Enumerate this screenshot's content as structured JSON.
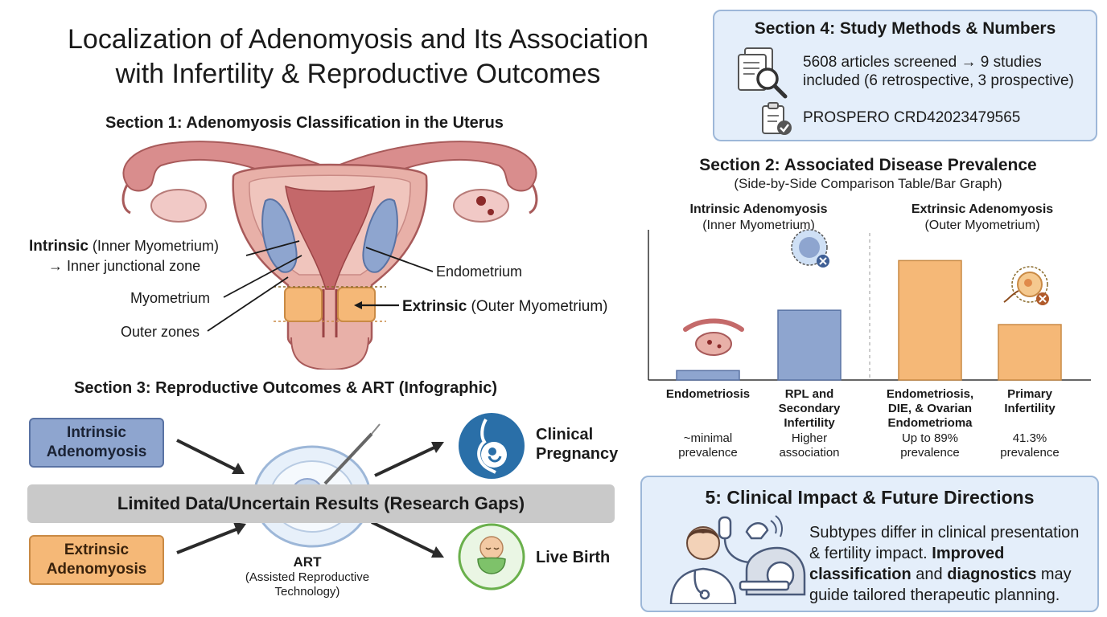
{
  "title": {
    "line1": "Localization of Adenomyosis and Its Association",
    "line2": "with Infertility & Reproductive Outcomes"
  },
  "section1": {
    "heading": "Section 1: Adenomyosis Classification in the Uterus",
    "intrinsic_bold": "Intrinsic",
    "intrinsic_rest": " (Inner Myometrium)",
    "intrinsic_line2": "→ Inner junctional zone",
    "myometrium": "Myometrium",
    "outer_zones": "Outer zones",
    "endometrium": "Endometrium",
    "extrinsic_bold": "Extrinsic",
    "extrinsic_rest": " (Outer Myometrium)"
  },
  "section4": {
    "heading": "Section 4: Study Methods & Numbers",
    "line1": "5608 articles screened → 9 studies",
    "line2": "included (6 retrospective, 3 prospective)",
    "prospero": "PROSPERO CRD42023479565"
  },
  "section2": {
    "heading": "Section 2: Associated Disease Prevalence",
    "subheading": "(Side-by-Side Comparison Table/Bar Graph)",
    "group_intrinsic": "Intrinsic Adenomyosis",
    "group_intrinsic_sub": "(Inner Myometrium)",
    "group_extrinsic": "Extrinsic Adenomyosis",
    "group_extrinsic_sub": "(Outer Myometrium)"
  },
  "chart_data": {
    "type": "bar",
    "categories": [
      "Endometriosis",
      "RPL and Secondary Infertility",
      "Endometriosis, DIE, & Ovarian Endometrioma",
      "Primary Infertility"
    ],
    "category_lines": [
      [
        "Endometriosis"
      ],
      [
        "RPL and",
        "Secondary",
        "Infertility"
      ],
      [
        "Endometriosis,",
        "DIE, & Ovarian",
        "Endometrioma"
      ],
      [
        "Primary",
        "Infertility"
      ]
    ],
    "value_labels": [
      [
        "~minimal",
        "prevalence"
      ],
      [
        "Higher",
        "association"
      ],
      [
        "Up to 89%",
        "prevalence"
      ],
      [
        "41.3%",
        "prevalence"
      ]
    ],
    "values": [
      7,
      52,
      89,
      41.3
    ],
    "groups": [
      "Intrinsic Adenomyosis",
      "Intrinsic Adenomyosis",
      "Extrinsic Adenomyosis",
      "Extrinsic Adenomyosis"
    ],
    "colors": [
      "#8ea5cf",
      "#8ea5cf",
      "#f5b877",
      "#f5b877"
    ],
    "ylim": [
      0,
      100
    ],
    "grid": false
  },
  "section3": {
    "heading": "Section 3: Reproductive Outcomes & ART (Infographic)",
    "intrinsic_box": [
      "Intrinsic",
      "Adenomyosis"
    ],
    "extrinsic_box": [
      "Extrinsic",
      "Adenomyosis"
    ],
    "gap_bar": "Limited Data/Uncertain Results (Research Gaps)",
    "art": "ART",
    "art_sub1": "(Assisted Reproductive",
    "art_sub2": "Technology)",
    "clinical": [
      "Clinical",
      "Pregnancy"
    ],
    "live_birth": "Live Birth"
  },
  "section5": {
    "heading": "5: Clinical Impact & Future Directions",
    "t1": "Subtypes differ in clinical presentation",
    "t2": "& fertility impact. ",
    "t3": "Improved",
    "t4": "classification",
    "t5": " and ",
    "t6": "diagnostics",
    "t7": " may",
    "t8": "guide tailored therapeutic planning."
  },
  "colors": {
    "intrinsic": "#8ea5cf",
    "extrinsic": "#f5b877",
    "panel": "#e4eefa",
    "uterus": "#d98d8d"
  }
}
